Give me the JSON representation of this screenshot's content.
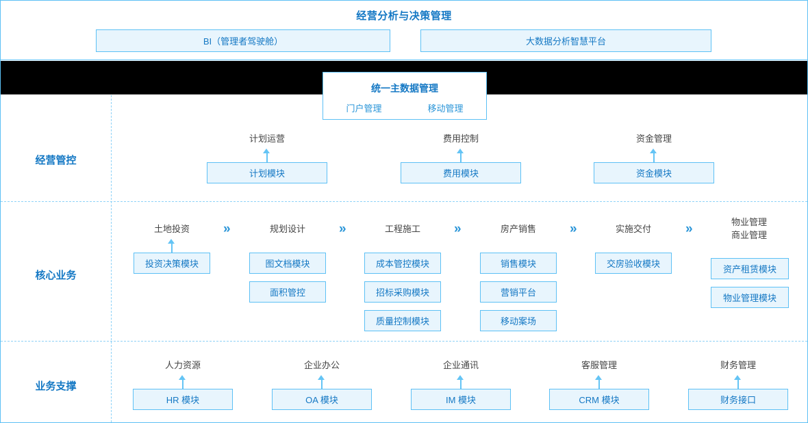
{
  "header": {
    "title": "经营分析与决策管理",
    "boxes": [
      {
        "label": "BI（管理者驾驶舱）"
      },
      {
        "label": "大数据分析智慧平台"
      }
    ]
  },
  "master_data_card": {
    "title": "统一主数据管理",
    "links": [
      {
        "label": "门户管理"
      },
      {
        "label": "移动管理"
      }
    ]
  },
  "colors": {
    "accent": "#1478c4",
    "border": "#5cc0f5",
    "box_fill": "#e8f5fd",
    "arrow": "#64c4f5",
    "dash": "#8ed2f7",
    "bar": "#000000",
    "caption": "#444444"
  },
  "rows": [
    {
      "label": "经营管控",
      "columns": [
        {
          "caption": "计划运营",
          "modules": [
            {
              "label": "计划模块"
            }
          ]
        },
        {
          "caption": "费用控制",
          "modules": [
            {
              "label": "费用模块"
            }
          ]
        },
        {
          "caption": "资金管理",
          "modules": [
            {
              "label": "资金模块"
            }
          ]
        }
      ]
    },
    {
      "label": "核心业务",
      "separator": "»",
      "columns": [
        {
          "caption": "土地投资",
          "modules": [
            {
              "label": "投资决策模块"
            }
          ]
        },
        {
          "caption": "规划设计",
          "modules": [
            {
              "label": "图文档模块"
            },
            {
              "label": "面积管控"
            }
          ]
        },
        {
          "caption": "工程施工",
          "modules": [
            {
              "label": "成本管控模块"
            },
            {
              "label": "招标采购模块"
            },
            {
              "label": "质量控制模块"
            }
          ]
        },
        {
          "caption": "房产销售",
          "modules": [
            {
              "label": "销售模块"
            },
            {
              "label": "营销平台"
            },
            {
              "label": "移动案场"
            }
          ]
        },
        {
          "caption": "实施交付",
          "modules": [
            {
              "label": "交房验收模块"
            }
          ]
        },
        {
          "caption": "物业管理",
          "caption2": "商业管理",
          "modules": [
            {
              "label": "资产租赁模块"
            },
            {
              "label": "物业管理模块"
            }
          ]
        }
      ]
    },
    {
      "label": "业务支撑",
      "columns": [
        {
          "caption": "人力资源",
          "modules": [
            {
              "label": "HR 模块"
            }
          ]
        },
        {
          "caption": "企业办公",
          "modules": [
            {
              "label": "OA 模块"
            }
          ]
        },
        {
          "caption": "企业通讯",
          "modules": [
            {
              "label": "IM 模块"
            }
          ]
        },
        {
          "caption": "客服管理",
          "modules": [
            {
              "label": "CRM 模块"
            }
          ]
        },
        {
          "caption": "财务管理",
          "modules": [
            {
              "label": "财务接口"
            }
          ]
        }
      ]
    }
  ]
}
